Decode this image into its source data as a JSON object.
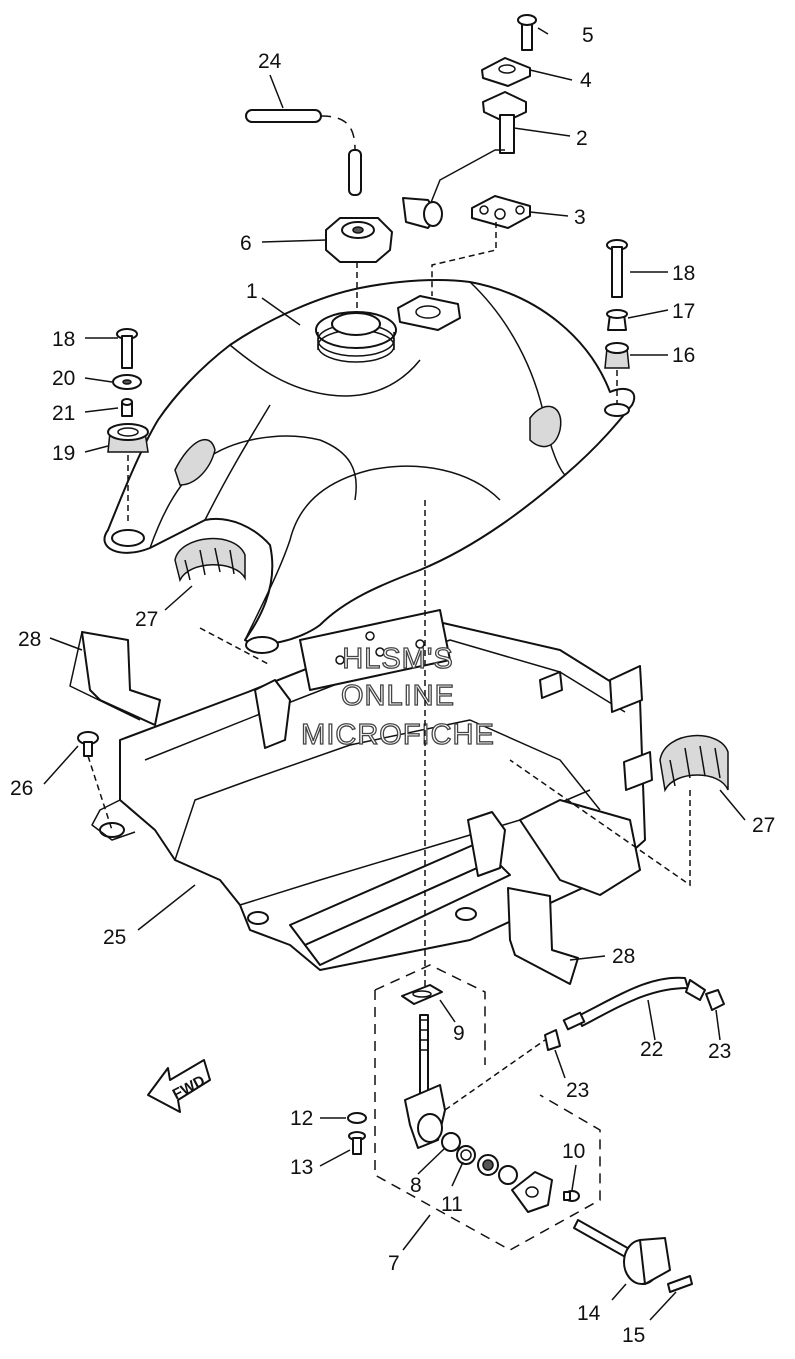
{
  "callouts": {
    "c1": "1",
    "c2": "2",
    "c3": "3",
    "c4": "4",
    "c5": "5",
    "c6": "6",
    "c7": "7",
    "c8": "8",
    "c9": "9",
    "c10": "10",
    "c11": "11",
    "c12": "12",
    "c13": "13",
    "c14": "14",
    "c15": "15",
    "c16": "16",
    "c17": "17",
    "c18a": "18",
    "c18b": "18",
    "c19": "19",
    "c20": "20",
    "c21": "21",
    "c22": "22",
    "c23a": "23",
    "c23b": "23",
    "c24": "24",
    "c25": "25",
    "c26": "26",
    "c27a": "27",
    "c27b": "27",
    "c28a": "28",
    "c28b": "28"
  },
  "watermark": {
    "line1": "HLSM'S",
    "line2": "ONLINE",
    "line3": "MICROFICHE"
  },
  "direction_marker": "FWD"
}
